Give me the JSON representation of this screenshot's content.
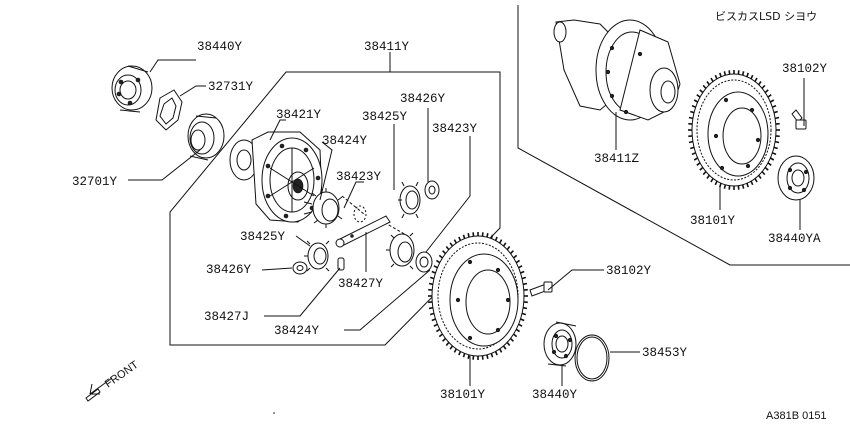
{
  "title": "ビスカスLSD シヨウ",
  "drawing_id": "A381B 0151",
  "direction_label": "FRONT",
  "labels": {
    "p38440Y_top": "38440Y",
    "p32731Y": "32731Y",
    "p32701Y": "32701Y",
    "p38411Y": "38411Y",
    "p38421Y": "38421Y",
    "p38424Y_top": "38424Y",
    "p38425Y_top": "38425Y",
    "p38426Y_top": "38426Y",
    "p38423Y_mid": "38423Y",
    "p38423Y_right": "38423Y",
    "p38425Y_left": "38425Y",
    "p38426Y_left": "38426Y",
    "p38427Y": "38427Y",
    "p38427J": "38427J",
    "p38424Y_bottom": "38424Y",
    "p38102Y_main": "38102Y",
    "p38453Y": "38453Y",
    "p38101Y_main": "38101Y",
    "p38440Y_bottom": "38440Y",
    "p38411Z": "38411Z",
    "p38102Y_inset": "38102Y",
    "p38101Y_inset": "38101Y",
    "p38440YA": "38440YA"
  }
}
